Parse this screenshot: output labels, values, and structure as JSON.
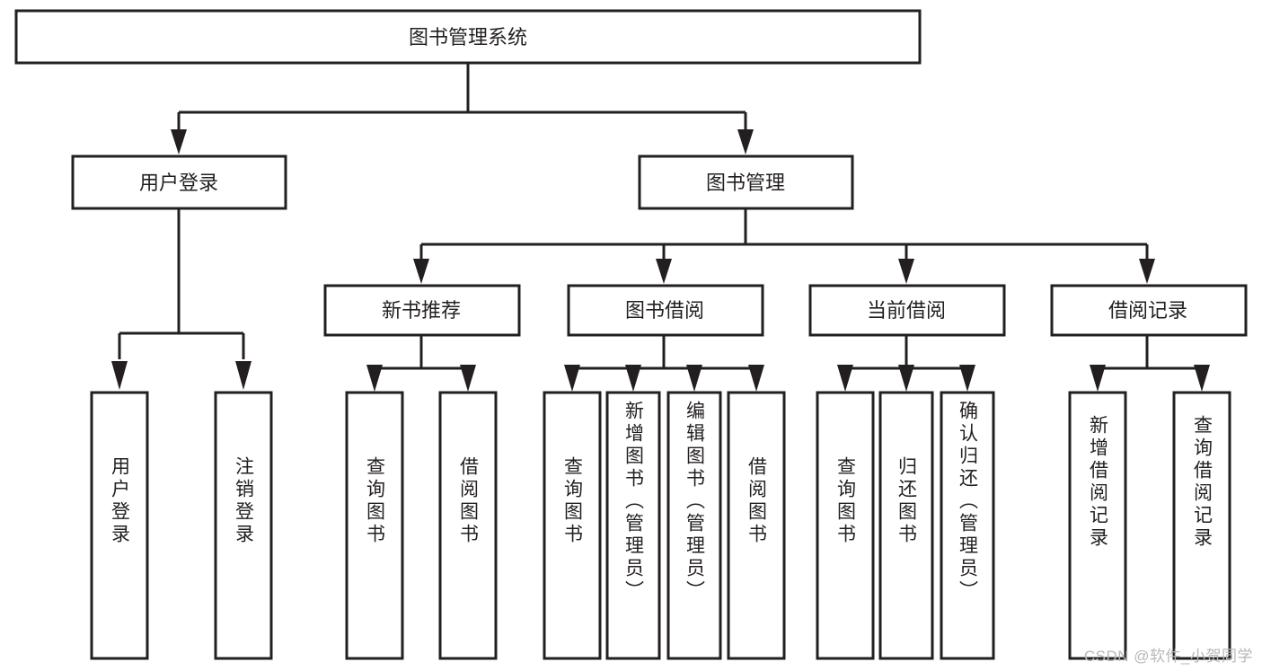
{
  "diagram": {
    "title": "图书管理系统",
    "watermark": "CSDN @软件_小贺同学",
    "colors": {
      "stroke": "#231f20",
      "fill": "#ffffff",
      "background": "#ffffff",
      "watermark": "#b8b8b8"
    },
    "root": {
      "label": "图书管理系统"
    },
    "level2": [
      {
        "label": "用户登录"
      },
      {
        "label": "图书管理"
      }
    ],
    "level3": [
      {
        "label": "新书推荐"
      },
      {
        "label": "图书借阅"
      },
      {
        "label": "当前借阅"
      },
      {
        "label": "借阅记录"
      }
    ],
    "leaves": {
      "user_login": [
        {
          "label": "用户登录"
        },
        {
          "label": "注销登录"
        }
      ],
      "new_book": [
        {
          "label": "查询图书"
        },
        {
          "label": "借阅图书"
        }
      ],
      "book_borrow": [
        {
          "label": "查询图书"
        },
        {
          "label": "新增图书（管理员）"
        },
        {
          "label": "编辑图书（管理员）"
        },
        {
          "label": "借阅图书"
        }
      ],
      "current_borrow": [
        {
          "label": "查询图书"
        },
        {
          "label": "归还图书"
        },
        {
          "label": "确认归还（管理员）"
        }
      ],
      "borrow_record": [
        {
          "label": "新增借阅记录"
        },
        {
          "label": "查询借阅记录"
        }
      ]
    }
  }
}
